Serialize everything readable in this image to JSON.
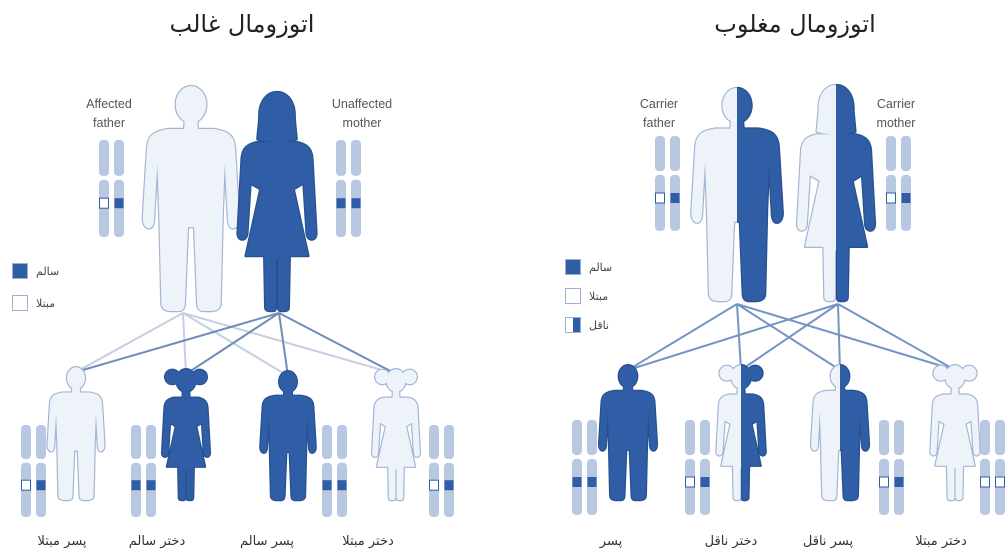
{
  "panels": [
    {
      "title": "اتوزومال غالب",
      "parents": [
        {
          "label": "Affected father",
          "icon": "man-icon",
          "fill": [
            "#eef3fa",
            "#eef3fa"
          ],
          "chromosome_bands": [
            "#ffffff",
            "#2f5ea6"
          ]
        },
        {
          "label": "Unaffected mother",
          "icon": "woman-icon",
          "fill": [
            "#2f5ea6",
            "#2f5ea6"
          ],
          "chromosome_bands": [
            "#2f5ea6",
            "#2f5ea6"
          ]
        }
      ],
      "legend": [
        {
          "label": "سالم",
          "swatch": [
            "#2f5ea6",
            "#2f5ea6"
          ]
        },
        {
          "label": "مبتلا",
          "swatch": [
            "#ffffff",
            "#ffffff"
          ]
        }
      ],
      "children": [
        {
          "label": "پسر مبتلا",
          "icon": "boy-icon",
          "fill": [
            "#eef3fa",
            "#eef3fa"
          ],
          "chromosome_bands": [
            "#ffffff",
            "#2f5ea6"
          ]
        },
        {
          "label": "دختر سالم",
          "icon": "girl-icon",
          "fill": [
            "#2f5ea6",
            "#2f5ea6"
          ],
          "chromosome_bands": [
            "#2f5ea6",
            "#2f5ea6"
          ]
        },
        {
          "label": "پسر سالم",
          "icon": "boy-icon",
          "fill": [
            "#2f5ea6",
            "#2f5ea6"
          ],
          "chromosome_bands": [
            "#2f5ea6",
            "#2f5ea6"
          ]
        },
        {
          "label": "دختر مبتلا",
          "icon": "girl-icon",
          "fill": [
            "#eef3fa",
            "#eef3fa"
          ],
          "chromosome_bands": [
            "#ffffff",
            "#2f5ea6"
          ]
        }
      ]
    },
    {
      "title": "اتوزومال مغلوب",
      "parents": [
        {
          "label": "Carrier father",
          "icon": "man-icon",
          "fill": [
            "#eef3fa",
            "#2f5ea6"
          ],
          "chromosome_bands": [
            "#ffffff",
            "#2f5ea6"
          ]
        },
        {
          "label": "Carrier mother",
          "icon": "woman-icon",
          "fill": [
            "#eef3fa",
            "#2f5ea6"
          ],
          "chromosome_bands": [
            "#ffffff",
            "#2f5ea6"
          ]
        }
      ],
      "legend": [
        {
          "label": "سالم",
          "swatch": [
            "#2f5ea6",
            "#2f5ea6"
          ]
        },
        {
          "label": "مبتلا",
          "swatch": [
            "#ffffff",
            "#ffffff"
          ]
        },
        {
          "label": "ناقل",
          "swatch": [
            "#ffffff",
            "#2f5ea6"
          ]
        }
      ],
      "children": [
        {
          "label": "پسر",
          "icon": "boy-icon",
          "fill": [
            "#2f5ea6",
            "#2f5ea6"
          ],
          "chromosome_bands": [
            "#2f5ea6",
            "#2f5ea6"
          ]
        },
        {
          "label": "دختر ناقل",
          "icon": "girl-icon",
          "fill": [
            "#eef3fa",
            "#2f5ea6"
          ],
          "chromosome_bands": [
            "#ffffff",
            "#2f5ea6"
          ]
        },
        {
          "label": "پسر ناقل",
          "icon": "boy-icon",
          "fill": [
            "#eef3fa",
            "#2f5ea6"
          ],
          "chromosome_bands": [
            "#ffffff",
            "#2f5ea6"
          ]
        },
        {
          "label": "دختر مبتلا",
          "icon": "girl-icon",
          "fill": [
            "#eef3fa",
            "#eef3fa"
          ],
          "chromosome_bands": [
            "#ffffff",
            "#ffffff"
          ]
        }
      ]
    }
  ]
}
